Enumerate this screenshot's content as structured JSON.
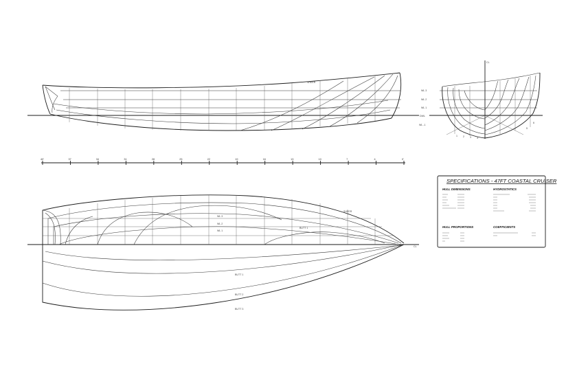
{
  "specs": {
    "title": "SPECIFICATIONS - 47FT COASTAL CRUISER",
    "sections": {
      "hull_dimensions": "HULL DIMENSIONS",
      "hydrostatics": "HYDROSTATICS",
      "hull_proportions": "HULL PROPORTIONS",
      "coefficients": "COEFFICIENTS"
    }
  },
  "profile_waterlines": [
    "WL 3",
    "WL 2",
    "WL 1",
    "DWL",
    "WL -1"
  ],
  "body_stations": [
    "1",
    "2",
    "3",
    "4",
    "5",
    "6"
  ],
  "scale_labels": [
    "40'",
    "37",
    "34",
    "31",
    "28",
    "25",
    "22",
    "19",
    "16",
    "13",
    "10",
    "7",
    "4",
    "0'"
  ],
  "plan_tags": [
    "SHEER",
    "WL 3",
    "WL 2",
    "WL 1",
    "BUTT 1",
    "BUTT 2",
    "BUTT 3"
  ],
  "labels": {
    "centerline": "CL",
    "plan_axis": "CL"
  },
  "colors": {
    "ink": "#1a1a1a",
    "paper": "#ffffff"
  }
}
